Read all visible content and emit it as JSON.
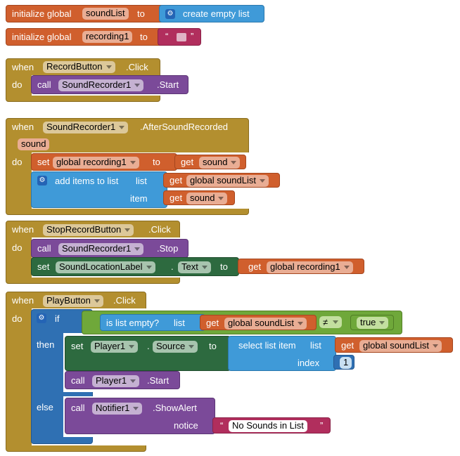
{
  "var1": {
    "initialize": "initialize global",
    "name": "soundList",
    "to": "to",
    "value": "create empty list"
  },
  "var2": {
    "initialize": "initialize global",
    "name": "recording1",
    "to": "to",
    "open_quote": "“",
    "close_quote": "”"
  },
  "ev1": {
    "when": "when",
    "component": "RecordButton",
    "event": ".Click",
    "do": "do",
    "call": "call",
    "target": "SoundRecorder1",
    "method": ".Start"
  },
  "ev2": {
    "when": "when",
    "component": "SoundRecorder1",
    "event": ".AfterSoundRecorded",
    "param": "sound",
    "do": "do",
    "set": "set",
    "setvar": "global recording1",
    "to": "to",
    "get": "get",
    "getvar": "sound",
    "add": "add items to list",
    "list": "list",
    "get2": "get",
    "listvar": "global soundList",
    "item": "item",
    "get3": "get",
    "itemvar": "sound"
  },
  "ev3": {
    "when": "when",
    "component": "StopRecordButton",
    "event": ".Click",
    "do": "do",
    "call": "call",
    "target": "SoundRecorder1",
    "method": ".Stop",
    "set": "set",
    "setcomp": "SoundLocationLabel",
    "dot": ".",
    "prop": "Text",
    "to": "to",
    "get": "get",
    "getvar": "global recording1"
  },
  "ev4": {
    "when": "when",
    "component": "PlayButton",
    "event": ".Click",
    "do": "do",
    "if": "if",
    "isempty": "is list empty?",
    "list": "list",
    "get": "get",
    "getvar": "global soundList",
    "op": "≠",
    "bool": "true",
    "then": "then",
    "set": "set",
    "setcomp": "Player1",
    "dot": ".",
    "prop": "Source",
    "to": "to",
    "select": "select list item",
    "list2": "list",
    "get2": "get",
    "getvar2": "global soundList",
    "index": "index",
    "indexval": "1",
    "call": "call",
    "target": "Player1",
    "method": ".Start",
    "else": "else",
    "call2": "call",
    "target2": "Notifier1",
    "method2": ".ShowAlert",
    "notice": "notice",
    "open_quote": "“",
    "text": "No Sounds in List",
    "close_quote": "”"
  },
  "colors": {
    "event": "#b38f2f",
    "variable": "#d05f2d",
    "list": "#3f9ad8",
    "component_call": "#7b4a99",
    "logic": "#6fa83a",
    "setter": "#2d6a3f",
    "control": "#2f70b3",
    "text": "#b12e5d"
  },
  "icons": {
    "mutator": "gear-icon"
  }
}
